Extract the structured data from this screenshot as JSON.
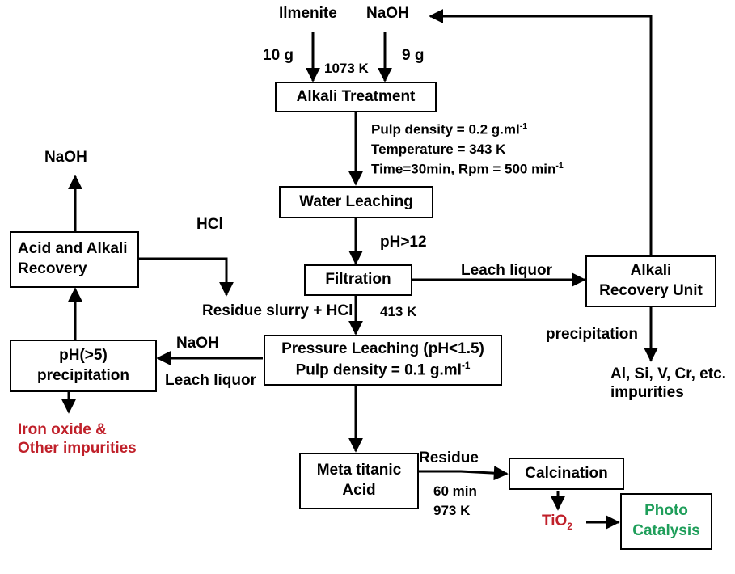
{
  "inputs": {
    "ilmenite": "Ilmenite",
    "naoh": "NaOH",
    "ilmenite_mass": "10 g",
    "naoh_mass": "9 g",
    "temp": "1073 K"
  },
  "boxes": {
    "alkali_treatment": "Alkali Treatment",
    "water_leaching": "Water Leaching",
    "filtration": "Filtration",
    "alkali_recovery_unit": "Alkali\nRecovery Unit",
    "acid_alkali_recovery": "Acid and Alkali\nRecovery",
    "precipitation": "pH(>5)\nprecipitation",
    "pressure_leaching_line1": "Pressure Leaching (pH<1.5)",
    "pressure_leaching_line2_prefix": "Pulp density = 0.1 g.ml",
    "pressure_leaching_line2_sup": "-1",
    "meta_titanic": "Meta titanic\nAcid",
    "calcination": "Calcination",
    "photo_catalysis": "Photo\nCatalysis"
  },
  "conditions": {
    "pulp_prefix": "Pulp density = 0.2 g.ml",
    "pulp_sup": "-1",
    "temperature": "Temperature = 343 K",
    "time_prefix": "Time=30min, Rpm = 500 min",
    "time_sup": "-1"
  },
  "labels": {
    "naoh_top_left": "NaOH",
    "hcl": "HCl",
    "ph12": "pH>12",
    "leach_liquor_right": "Leach liquor",
    "residue_slurry": "Residue slurry + HCl",
    "temp_413": "413 K",
    "precipitation_right": "precipitation",
    "impurities_right": "Al, Si, V, Cr, etc.\nimpurities",
    "naoh_mid": "NaOH",
    "leach_liquor_left": "Leach liquor",
    "iron_oxide": "Iron oxide &\nOther impurities",
    "residue": "Residue",
    "time_60": "60 min",
    "temp_973": "973 K",
    "tio2_main": "TiO",
    "tio2_sub": "2"
  },
  "colors": {
    "red": "#c0202a",
    "green": "#1f9e5a",
    "line": "#000000"
  }
}
